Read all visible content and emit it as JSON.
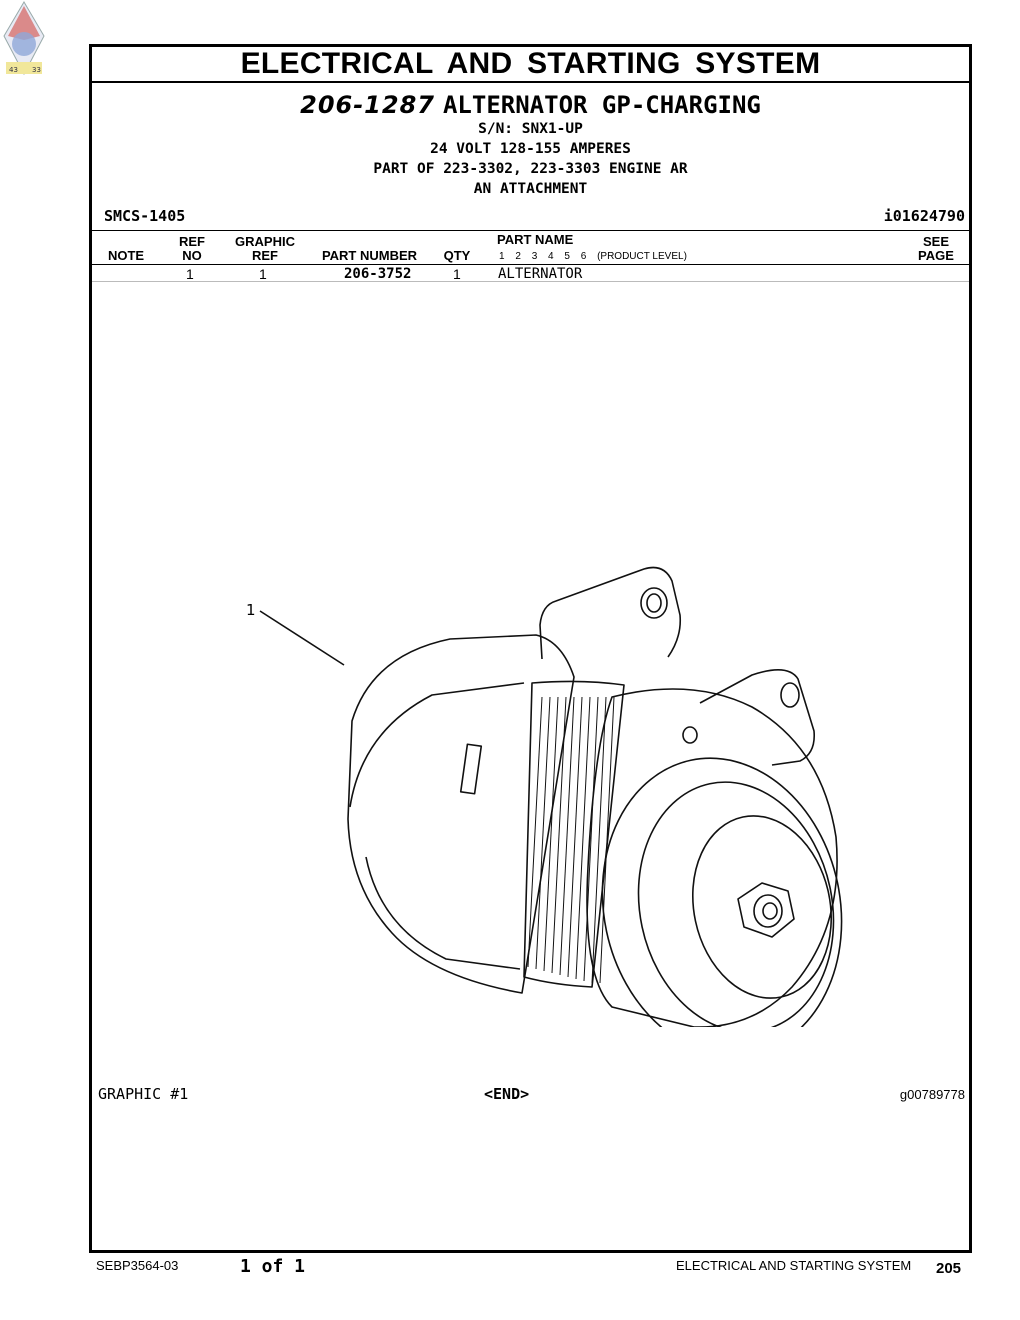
{
  "logo": {
    "numbers": [
      "43",
      "33"
    ]
  },
  "header": {
    "title": "ELECTRICAL AND STARTING SYSTEM"
  },
  "group": {
    "number": "206-1287",
    "name": "ALTERNATOR GP-CHARGING",
    "serial": "S/N: SNX1-UP",
    "rating": "24 VOLT 128-155 AMPERES",
    "part_of": "PART OF 223-3302, 223-3303 ENGINE AR",
    "attachment": "AN ATTACHMENT",
    "smcs": "SMCS-1405",
    "info_id": "i01624790"
  },
  "table": {
    "headers": {
      "note": "NOTE",
      "ref_no_1": "REF",
      "ref_no_2": "NO",
      "graphic_ref_1": "GRAPHIC",
      "graphic_ref_2": "REF",
      "part_number": "PART NUMBER",
      "qty": "QTY",
      "part_name": "PART NAME",
      "see_page_1": "SEE",
      "see_page_2": "PAGE"
    },
    "levels": [
      "1",
      "2",
      "3",
      "4",
      "5",
      "6"
    ],
    "levels_label": "(PRODUCT LEVEL)",
    "rows": [
      {
        "note": "",
        "ref_no": "1",
        "graphic_ref": "1",
        "part_number": "206-3752",
        "qty": "1",
        "part_name": "ALTERNATOR",
        "see_page": ""
      }
    ]
  },
  "graphic": {
    "callout": "1",
    "label": "GRAPHIC #1",
    "end": "<END>",
    "id": "g00789778"
  },
  "footer": {
    "doc": "SEBP3564-03",
    "page_of": "1 of 1",
    "section": "ELECTRICAL AND STARTING SYSTEM",
    "page": "205"
  }
}
